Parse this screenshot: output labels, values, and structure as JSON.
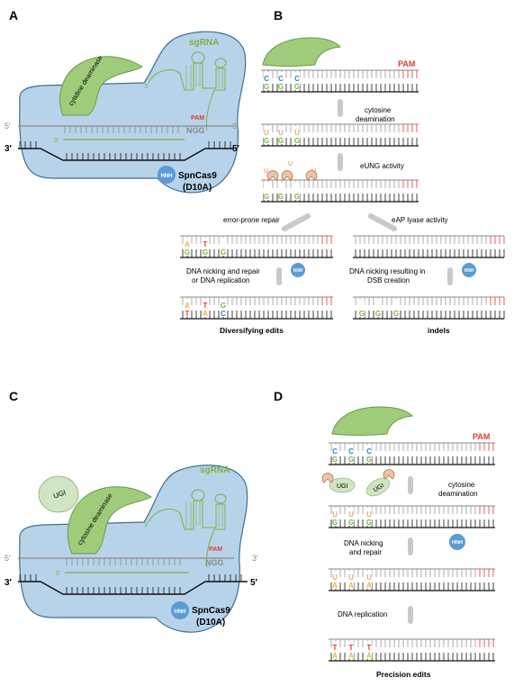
{
  "panels": {
    "A": {
      "letter": "A",
      "sgrna": "sgRNA",
      "deaminase": "cytidine deaminase",
      "end_5_top": "5′",
      "end_3_top": "3′",
      "end_3_bot": "3′",
      "end_5_bot": "5′",
      "end_3_rna": "3′",
      "end_5_rna": "5′",
      "pam": "PAM",
      "ngg": "NGG",
      "hnh": "HNH",
      "enzyme": "SpnCas9",
      "mutation": "(D10A)"
    },
    "B": {
      "letter": "B",
      "pam": "PAM",
      "step_cytosine": [
        "cytosine",
        "deamination"
      ],
      "step_eung": "eUNG activity",
      "branch_left": "error-prone repair",
      "branch_right": "eAP lyase activity",
      "step_left_nick": [
        "DNA nicking and repair",
        "or DNA replication"
      ],
      "step_right_nick": [
        "DNA nicking resulting in",
        "DSB creation"
      ],
      "outcome_left": "Diversifying edits",
      "outcome_right": "indels",
      "hnh": "HNH",
      "bases": {
        "C": "C",
        "G": "G",
        "U": "U",
        "A": "A",
        "T": "T"
      }
    },
    "C": {
      "letter": "C",
      "ugi": "UGI",
      "sgrna": "sgRNA",
      "deaminase": "cytosine deaminase",
      "end_5_top": "5′",
      "end_3_top": "3′",
      "end_3_bot": "3′",
      "end_5_bot": "5′",
      "end_3_rna": "3′",
      "end_5_rna": "5′",
      "pam": "PAM",
      "ngg": "NGG",
      "hnh": "HNH",
      "enzyme": "SpnCas9",
      "mutation": "(D10A)"
    },
    "D": {
      "letter": "D",
      "pam": "PAM",
      "ugi": "UGI",
      "step_cytosine": [
        "cytosine",
        "deamination"
      ],
      "step_nick": [
        "DNA nicking",
        "and repair"
      ],
      "step_replication": "DNA replication",
      "outcome": "Precision edits",
      "hnh": "HNH"
    }
  },
  "colors": {
    "protein_fill": "#b7d3ea",
    "protein_stroke": "#3f6f95",
    "green": "#7cb342",
    "green_shape": "#9fcc7a",
    "gray": "#8a8a8a",
    "red": "#e53935",
    "blue_base": "#2e86c1",
    "uracil": "#e8a87c",
    "hnh": "#5b9bd5",
    "adenine": "#f2b134",
    "ugi_fill": "#cfe5c3"
  }
}
